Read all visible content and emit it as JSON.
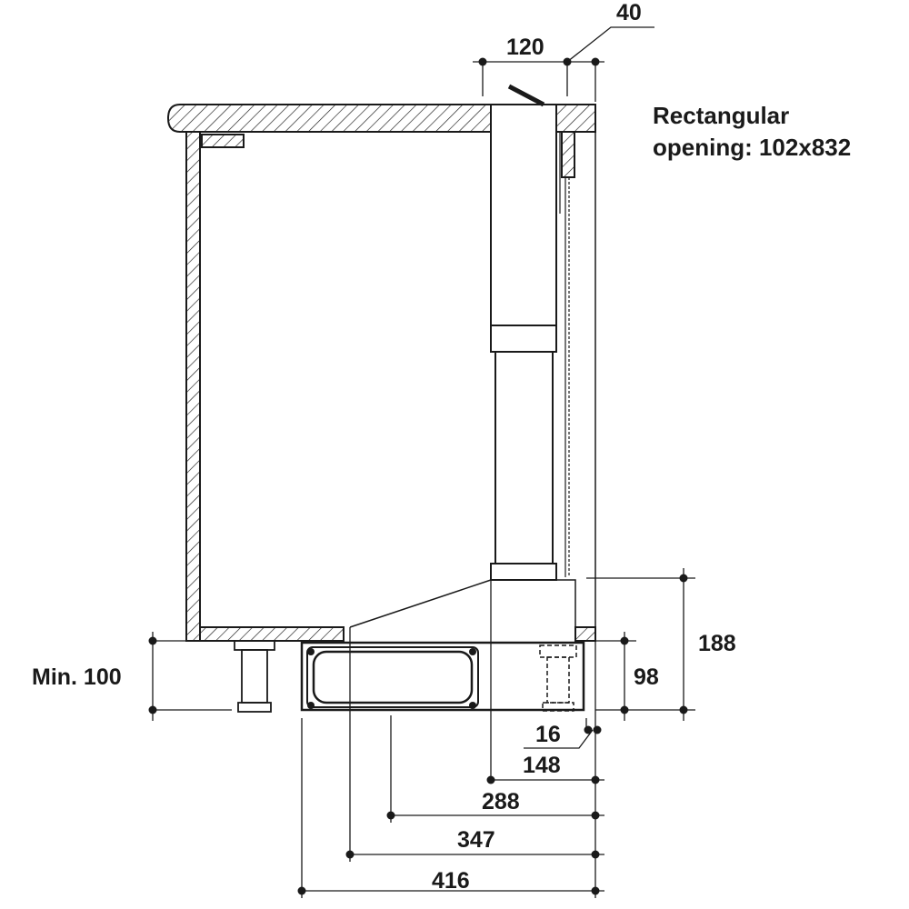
{
  "note": {
    "line1": "Rectangular",
    "line2": "opening: 102x832"
  },
  "dimensions": {
    "top_width": "120",
    "top_offset": "40",
    "plinth_height": "Min. 100",
    "total_height_below": "188",
    "plinth_unit_height": "98",
    "gap": "16",
    "d148": "148",
    "d288": "288",
    "d347": "347",
    "d416": "416"
  },
  "colors": {
    "line": "#1a1a1a",
    "background": "#ffffff"
  }
}
